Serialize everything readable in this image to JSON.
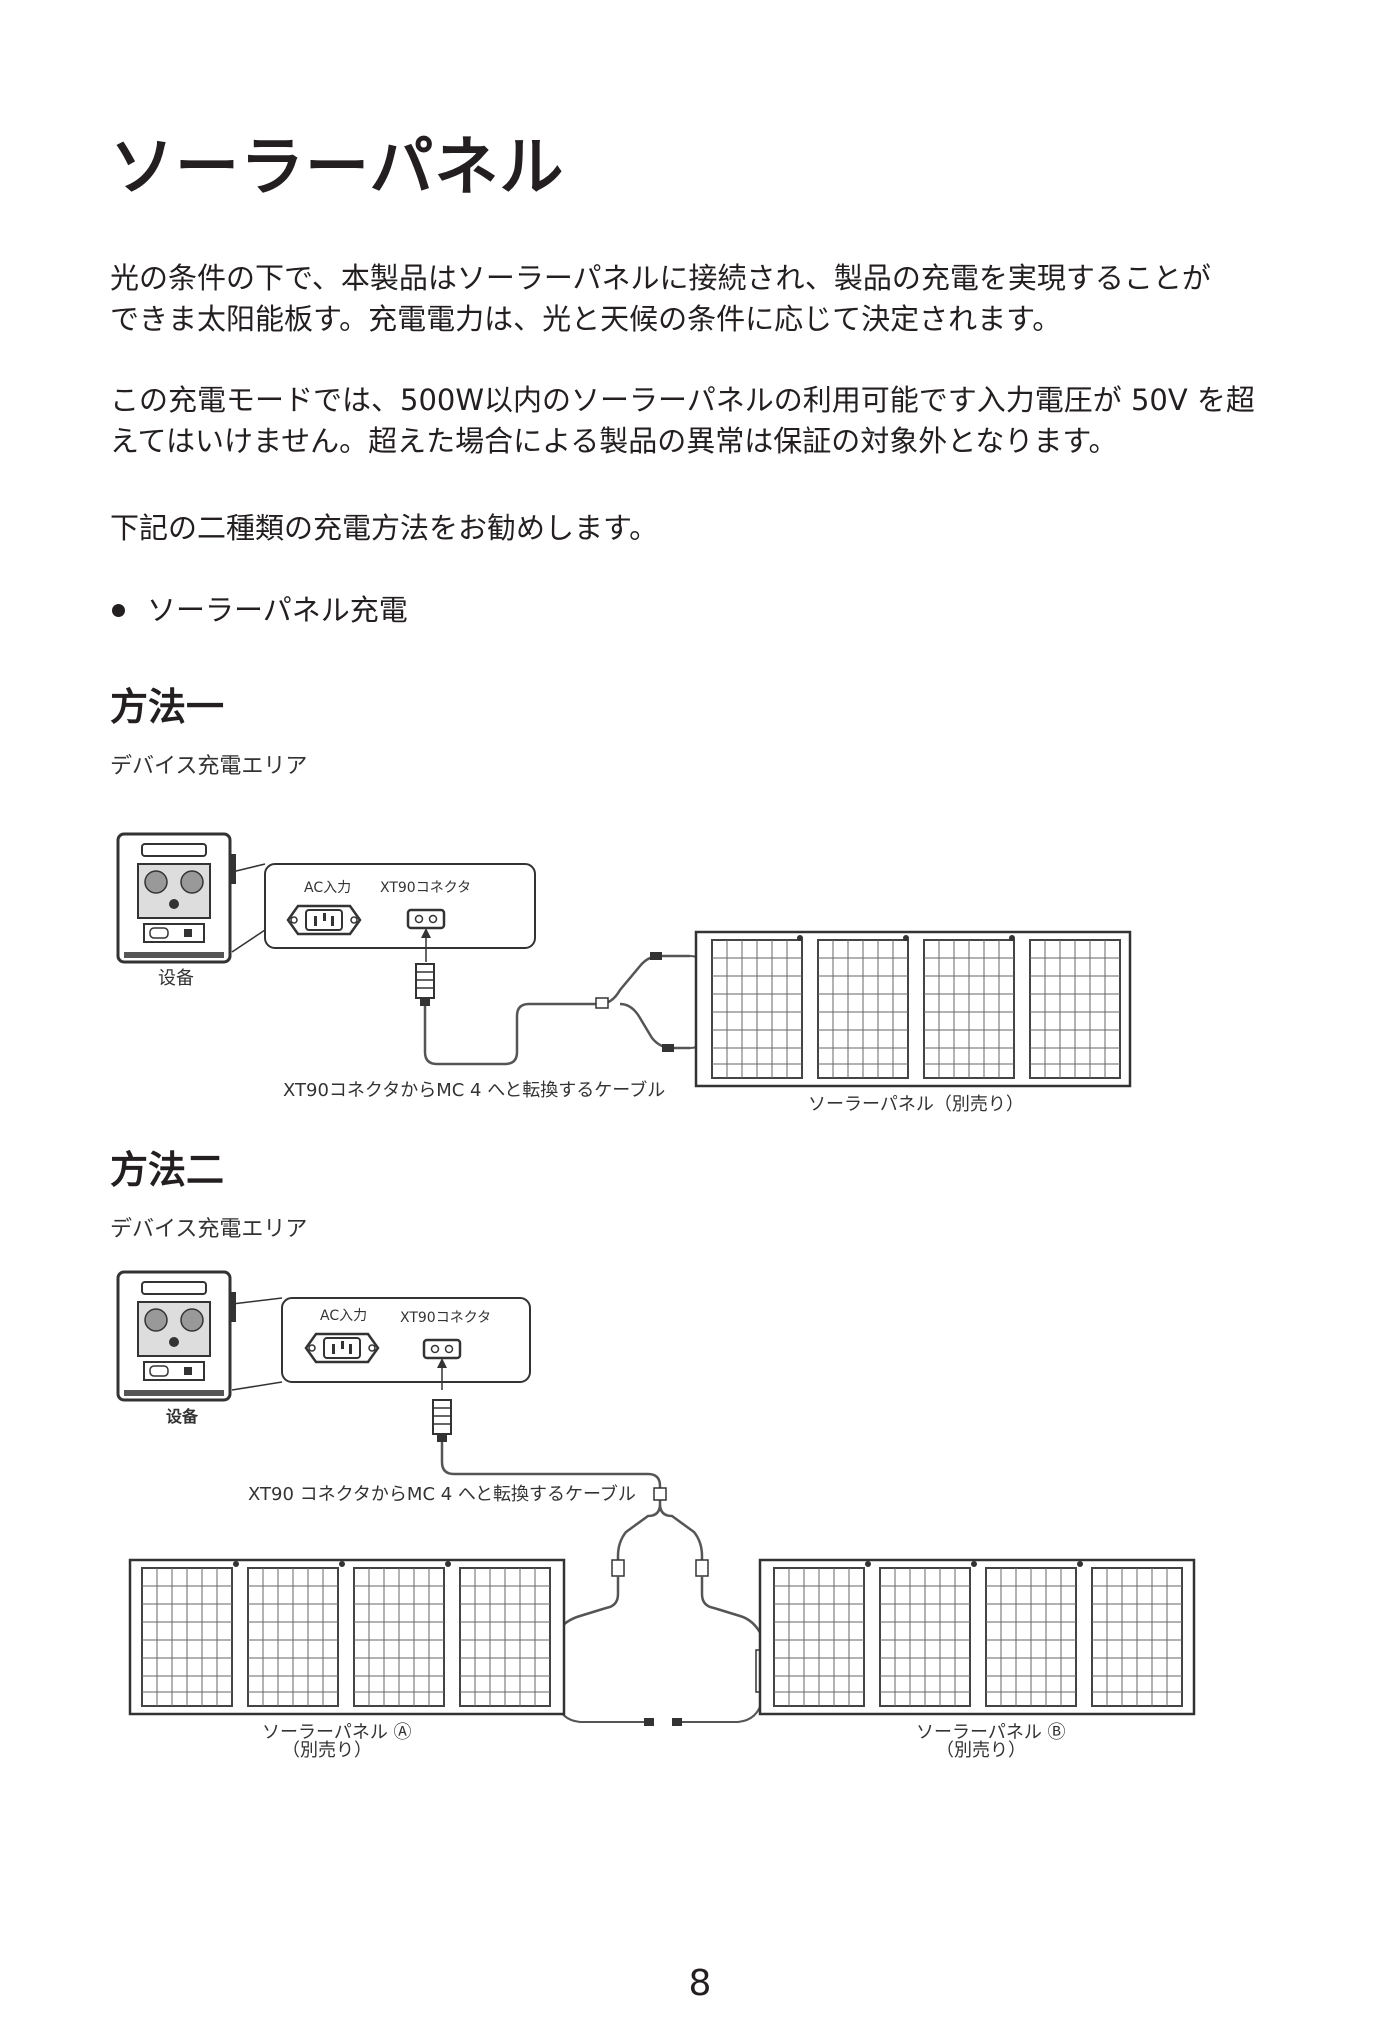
{
  "title": "ソーラーパネル",
  "paragraphs": [
    "光の条件の下で、本製品はソーラーパネルに接続され、製品の充電を実現することが\nできま太阳能板す。充電電力は、光と天候の条件に応じて決定されます。",
    "この充電モードでは、500W以内のソーラーパネルの利用可能です入力電圧が 50V を超\nえてはいけません。超えた場合による製品の異常は保証の対象外となります。",
    "下記の二種類の充電方法をお勧めします。"
  ],
  "bullet": "ソーラーパネル充電",
  "method1": {
    "heading": "方法一",
    "area_label": "デバイス充電エリア",
    "ac_label": "AC入力",
    "xt90_label": "XT90コネクタ",
    "device_label": "设备",
    "cable_label": "XT90コネクタからMC 4 へと転換するケーブル",
    "panel_label": "ソーラーパネル（別売り）"
  },
  "method2": {
    "heading": "方法二",
    "area_label": "デバイス充電エリア",
    "ac_label": "AC入力",
    "xt90_label": "XT90コネクタ",
    "device_label": "设备",
    "cable_label": "XT90 コネクタからMC 4 へと転換するケーブル",
    "panel_a_label": "ソーラーパネル Ⓐ",
    "panel_a_sub": "（別売り）",
    "panel_b_label": "ソーラーパネル Ⓑ",
    "panel_b_sub": "（別売り）"
  },
  "page_number": "8"
}
